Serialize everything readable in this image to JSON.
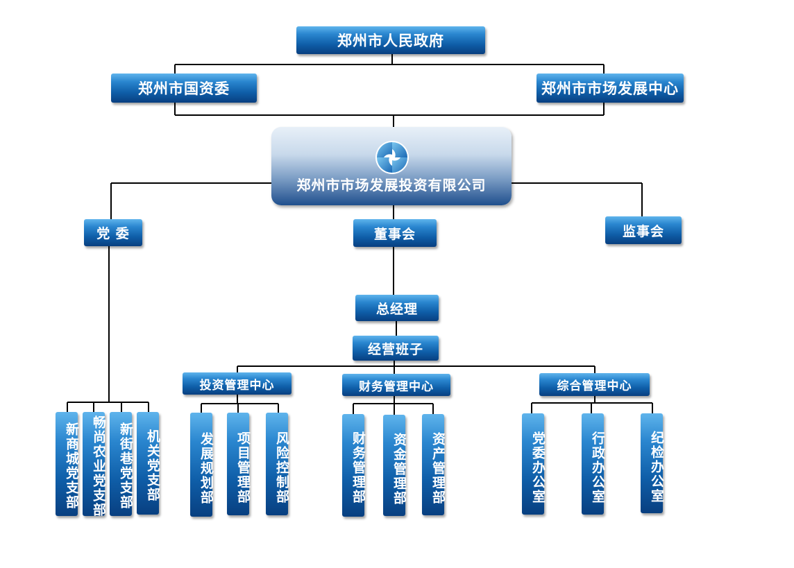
{
  "nodes": {
    "gov": "郑州市人民政府",
    "sasac": "郑州市国资委",
    "market_center": "郑州市市场发展中心",
    "company": "郑州市市场发展投资有限公司",
    "party_committee": "党 委",
    "board": "董事会",
    "supervisors": "监事会",
    "gm": "总经理",
    "management_team": "经营班子",
    "investment_center": "投资管理中心",
    "finance_center": "财务管理中心",
    "general_center": "综合管理中心"
  },
  "party_branches": [
    "新商城党支部",
    "畅尚农业党支部",
    "新街巷党支部",
    "机关党支部"
  ],
  "investment_depts": [
    "发展规划部",
    "项目管理部",
    "风险控制部"
  ],
  "finance_depts": [
    "财务管理部",
    "资金管理部",
    "资产管理部"
  ],
  "general_depts": [
    "党委办公室",
    "行政办公室",
    "纪检办公室"
  ],
  "colors": {
    "box_dark": "#083f80",
    "box_light": "#5fb4ec",
    "line": "#000000"
  }
}
